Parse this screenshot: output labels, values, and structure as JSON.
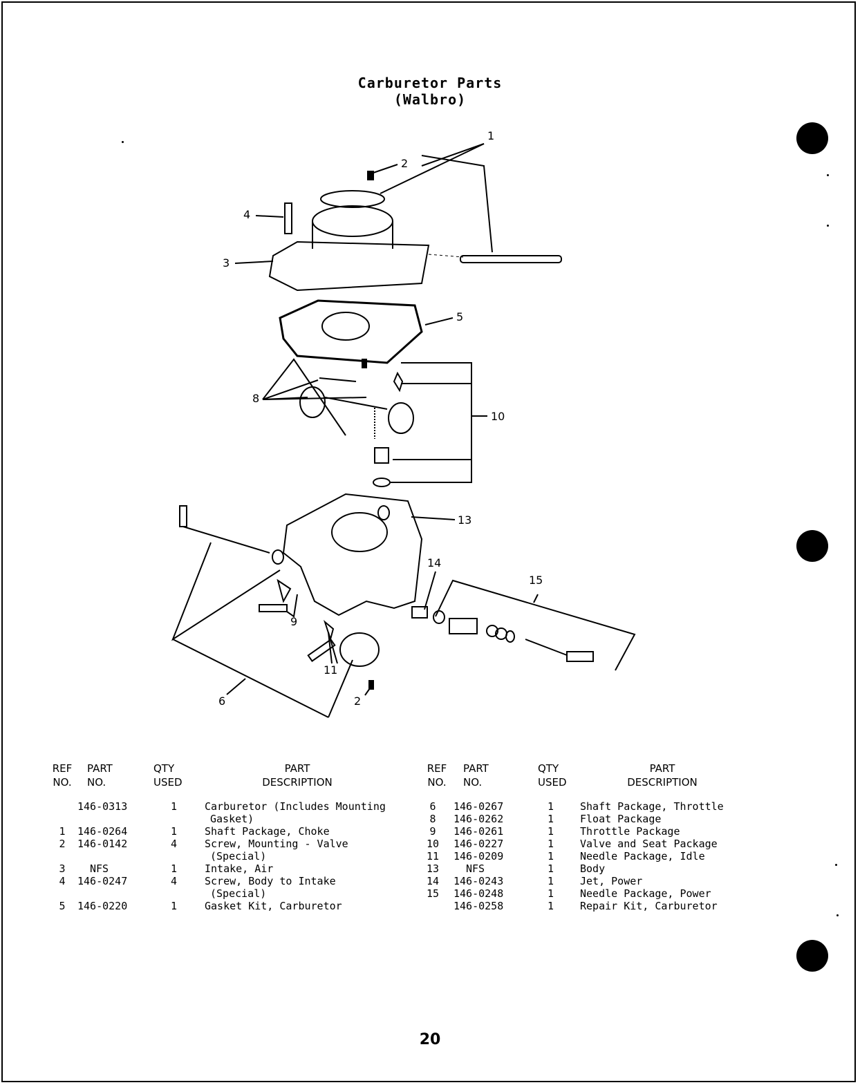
{
  "title": {
    "line1": "Carburetor Parts",
    "line2": "(Walbro)"
  },
  "callouts": {
    "c1": "1",
    "c2": "2",
    "c3": "3",
    "c4": "4",
    "c5": "5",
    "c6": "6",
    "c8": "8",
    "c9": "9",
    "c10": "10",
    "c11": "11",
    "c13": "13",
    "c14": "14",
    "c15": "15",
    "c2b": "2"
  },
  "table": {
    "headers": {
      "ref": [
        "REF",
        "NO."
      ],
      "part": [
        "PART",
        "NO."
      ],
      "qty": [
        "QTY",
        "USED"
      ],
      "desc": [
        "PART",
        "DESCRIPTION"
      ]
    },
    "left": [
      {
        "ref": "",
        "part": "146-0313",
        "qty": "1",
        "desc": "Carburetor (Includes Mounting",
        "desc2": "Gasket)"
      },
      {
        "ref": "1",
        "part": "146-0264",
        "qty": "1",
        "desc": "Shaft Package, Choke",
        "desc2": ""
      },
      {
        "ref": "2",
        "part": "146-0142",
        "qty": "4",
        "desc": "Screw, Mounting - Valve",
        "desc2": "(Special)"
      },
      {
        "ref": "3",
        "part": "NFS",
        "qty": "1",
        "desc": "Intake, Air",
        "desc2": ""
      },
      {
        "ref": "4",
        "part": "146-0247",
        "qty": "4",
        "desc": "Screw, Body to Intake",
        "desc2": "(Special)"
      },
      {
        "ref": "5",
        "part": "146-0220",
        "qty": "1",
        "desc": "Gasket Kit, Carburetor",
        "desc2": ""
      }
    ],
    "right": [
      {
        "ref": "6",
        "part": "146-0267",
        "qty": "1",
        "desc": "Shaft Package, Throttle"
      },
      {
        "ref": "8",
        "part": "146-0262",
        "qty": "1",
        "desc": "Float Package"
      },
      {
        "ref": "9",
        "part": "146-0261",
        "qty": "1",
        "desc": "Throttle Package"
      },
      {
        "ref": "10",
        "part": "146-0227",
        "qty": "1",
        "desc": "Valve and Seat Package"
      },
      {
        "ref": "11",
        "part": "146-0209",
        "qty": "1",
        "desc": "Needle Package, Idle"
      },
      {
        "ref": "13",
        "part": "NFS",
        "qty": "1",
        "desc": "Body"
      },
      {
        "ref": "14",
        "part": "146-0243",
        "qty": "1",
        "desc": "Jet, Power"
      },
      {
        "ref": "15",
        "part": "146-0248",
        "qty": "1",
        "desc": "Needle Package, Power"
      },
      {
        "ref": "",
        "part": "146-0258",
        "qty": "1",
        "desc": "Repair Kit, Carburetor"
      }
    ]
  },
  "page_number": "20"
}
